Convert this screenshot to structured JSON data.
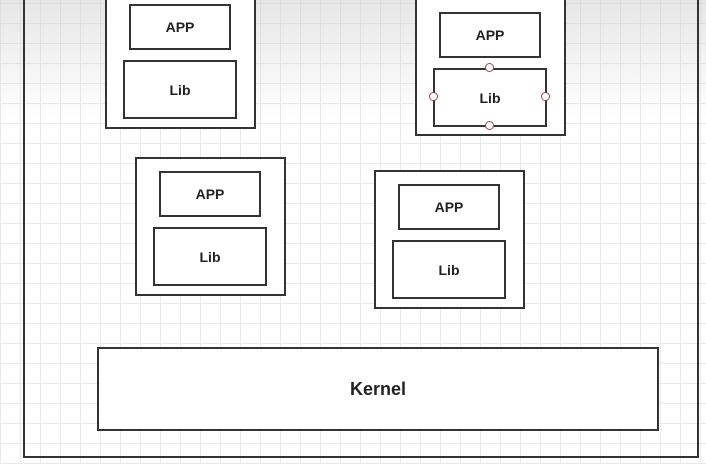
{
  "diagram": {
    "top_text": "",
    "containers": [
      {
        "app_label": "APP",
        "lib_label": "Lib"
      },
      {
        "app_label": "APP",
        "lib_label": "Lib"
      },
      {
        "app_label": "APP",
        "lib_label": "Lib"
      },
      {
        "app_label": "APP",
        "lib_label": "Lib"
      }
    ],
    "kernel_label": "Kernel"
  }
}
